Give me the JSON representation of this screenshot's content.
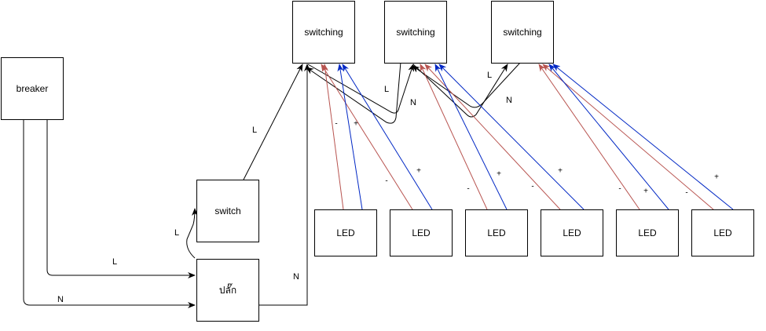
{
  "boxes": {
    "breaker": "breaker",
    "switch": "switch",
    "plug": "ปลั๊ก",
    "switching_1": "switching",
    "switching_2": "switching",
    "switching_3": "switching",
    "led_1": "LED",
    "led_2": "LED",
    "led_3": "LED",
    "led_4": "LED",
    "led_5": "LED",
    "led_6": "LED"
  },
  "labels": {
    "breaker_L": "L",
    "breaker_N": "N",
    "plug_to_switch_L": "L",
    "switch_to_s1_L": "L",
    "plug_to_s1_N": "N",
    "s1_s2_L": "L",
    "s1_s2_N": "N",
    "s2_s3_L": "L",
    "s2_s3_N": "N",
    "led1_minus": "-",
    "led1_plus": "+",
    "led2_minus": "-",
    "led2_plus": "+",
    "led3_minus": "-",
    "led3_plus": "+",
    "led4_minus": "-",
    "led4_plus": "+",
    "led5_minus": "-",
    "led5_plus": "+",
    "led6_minus": "-",
    "led6_plus": "+"
  },
  "colors": {
    "line": "#000000",
    "negative": "#b85450",
    "positive": "#0027c4"
  }
}
